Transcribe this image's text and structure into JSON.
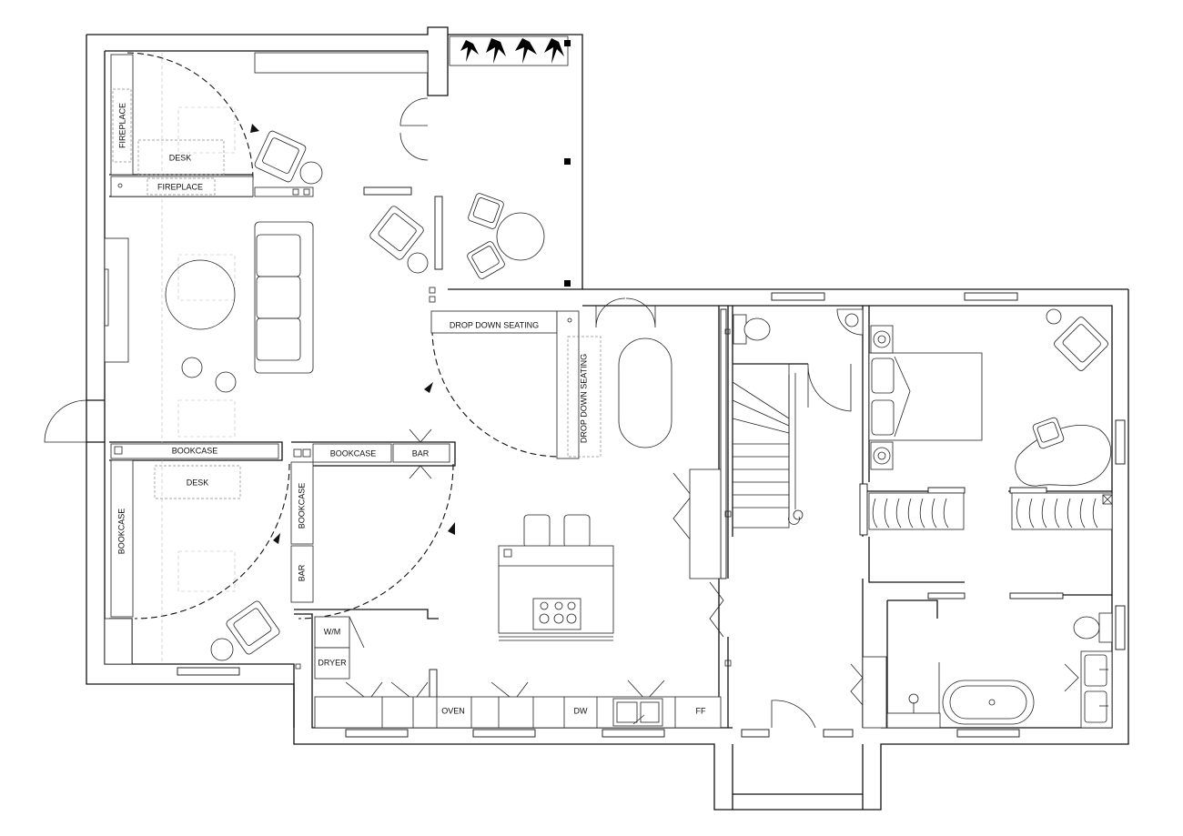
{
  "labels": {
    "fireplace_vertical": "FIREPLACE",
    "fireplace_horizontal": "FIREPLACE",
    "desk_top": "DESK",
    "desk_bottom": "DESK",
    "bookcase_top_left": "BOOKCASE",
    "bookcase_top_right": "BOOKCASE",
    "bookcase_left_vertical": "BOOKCASE",
    "bookcase_mid_vertical": "BOOKCASE",
    "bar_top": "BAR",
    "bar_side": "BAR",
    "drop_down_seating_horizontal": "DROP DOWN SEATING",
    "drop_down_seating_vertical": "DROP DOWN SEATING",
    "washing_machine": "W/M",
    "dryer": "DRYER",
    "oven": "OVEN",
    "dishwasher": "DW",
    "fridge_freezer": "FF"
  },
  "colors": {
    "line": "#111111",
    "furniture_line": "#222222",
    "hidden_line": "#888888",
    "plant": "#000000",
    "background": "#ffffff"
  }
}
